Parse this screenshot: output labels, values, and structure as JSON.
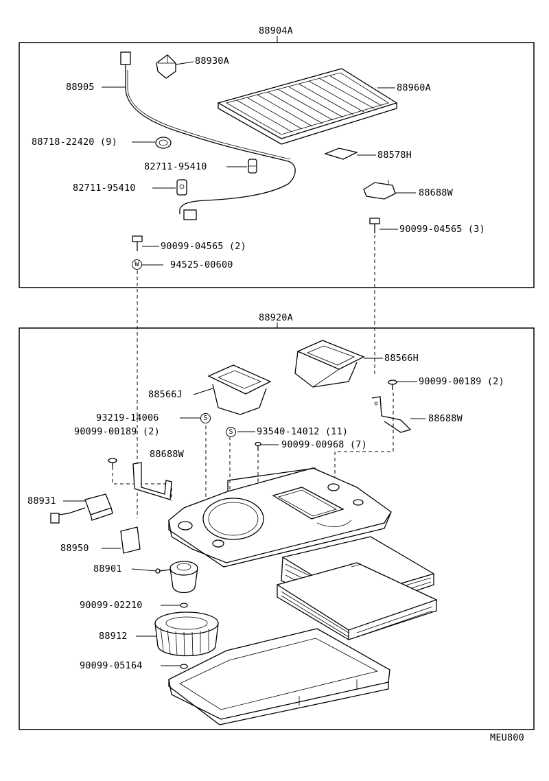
{
  "groups": {
    "upper": "88904A",
    "lower": "88920A"
  },
  "labels": {
    "p88930A": "88930A",
    "p88905": "88905",
    "p88960A": "88960A",
    "p88718": "88718-22420 (9)",
    "p82711a": "82711-95410",
    "p82711b": "82711-95410",
    "p88578H": "88578H",
    "p88688W_top": "88688W",
    "p90099_04565_3": "90099-04565 (3)",
    "p90099_04565_2": "90099-04565 (2)",
    "p94525": "94525-00600",
    "p88566H": "88566H",
    "p88566J": "88566J",
    "p90099_00189_r": "90099-00189 (2)",
    "p88688W_r": "88688W",
    "p93219": "93219-14006",
    "p90099_00189_l": "90099-00189 (2)",
    "p93540": "93540-14012 (11)",
    "p90099_00968": "90099-00968 (7)",
    "p88688W_l": "88688W",
    "p88931": "88931",
    "p88950": "88950",
    "p88901": "88901",
    "p90099_02210": "90099-02210",
    "p88912": "88912",
    "p90099_05164": "90099-05164"
  },
  "symbols": {
    "washer": "W",
    "screw": "S"
  },
  "footer": {
    "code": "MEU800"
  }
}
